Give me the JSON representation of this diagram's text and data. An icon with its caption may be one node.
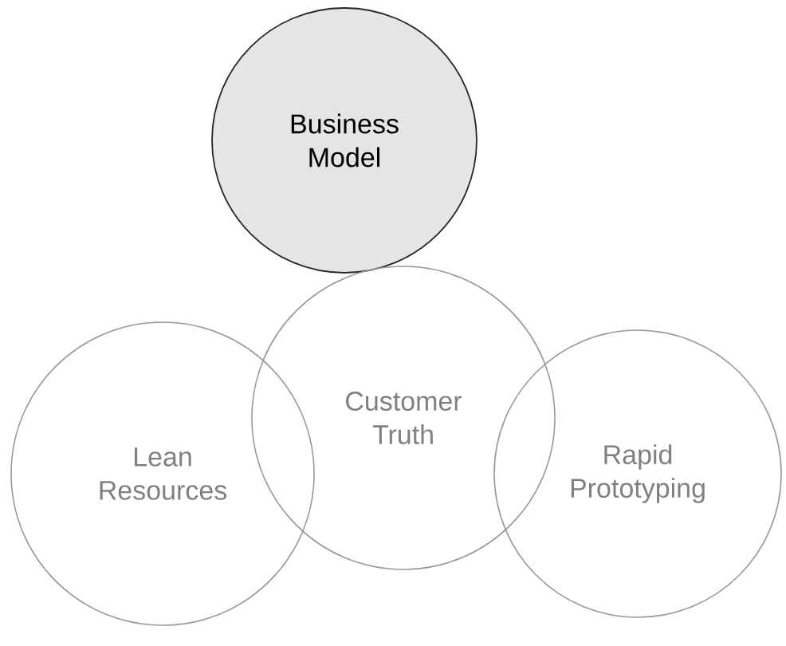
{
  "diagram": {
    "nodes": [
      {
        "text": [
          "Business Model"
        ]
      },
      {
        "text": [
          "Customer Truth"
        ]
      },
      {
        "text": [
          "Lean Resources"
        ]
      },
      {
        "text": [
          "Rapid Prototyping"
        ]
      }
    ]
  }
}
